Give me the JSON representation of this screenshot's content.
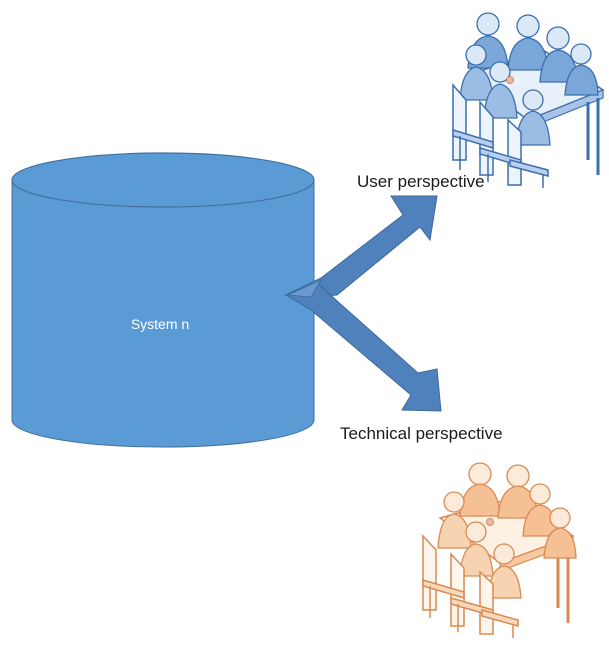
{
  "diagram": {
    "database": {
      "label": "System n"
    },
    "perspectives": [
      {
        "label": "User perspective",
        "group_icon": "meeting-group-icon",
        "color": "#4a86c5"
      },
      {
        "label": "Technical perspective",
        "group_icon": "meeting-group-icon",
        "color": "#f0a070"
      }
    ]
  },
  "colors": {
    "database_fill": "#5b9bd5",
    "database_stroke": "#41719c",
    "arrow_fill": "#4f81bd",
    "arrow_stroke": "#3a6a9f",
    "user_group_light": "#dbe8f6",
    "user_group_dark": "#3b6fb0",
    "tech_group_light": "#fdebd9",
    "tech_group_dark": "#d98a52"
  }
}
